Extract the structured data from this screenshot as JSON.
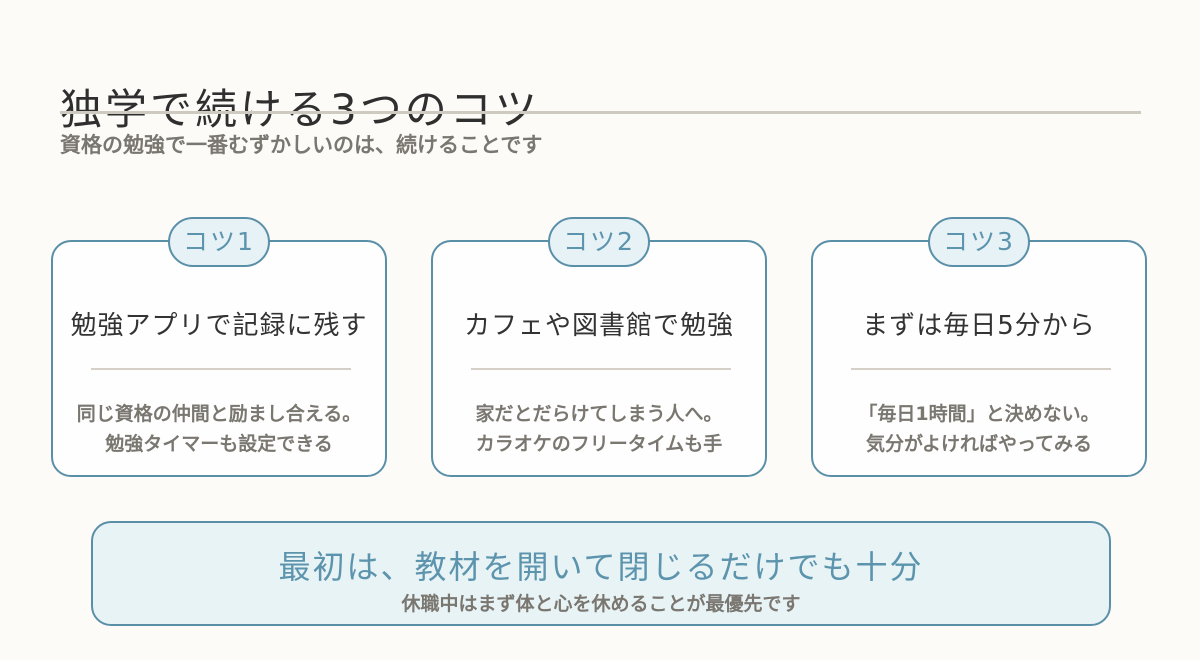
{
  "title": "独学で続ける3つのコツ",
  "subtitle": "資格の勉強で一番むずかしいのは、続けることです",
  "cards": [
    {
      "tab": "コツ1",
      "heading": "勉強アプリで記録に残す",
      "lines": [
        "同じ資格の仲間と励まし合える。",
        "勉強タイマーも設定できる"
      ]
    },
    {
      "tab": "コツ2",
      "heading": "カフェや図書館で勉強",
      "lines": [
        "家だとだらけてしまう人へ。",
        "カラオケのフリータイムも手"
      ]
    },
    {
      "tab": "コツ3",
      "heading": "まずは毎日5分から",
      "lines": [
        "「毎日1時間」と決めない。",
        "気分がよければやってみる"
      ]
    }
  ],
  "callout": {
    "heading": "最初は、教材を開いて閉じるだけでも十分",
    "sub": "休職中はまず体と心を休めることが最優先です"
  },
  "colors": {
    "accent": "#5a8fa8",
    "accent_text": "#5d94ad",
    "tab_fill": "#e6f2f5",
    "callout_fill": "#e8f3f6",
    "muted_text": "#7a7670",
    "rule": "#cfcac0",
    "background": "#fcfbf8"
  }
}
